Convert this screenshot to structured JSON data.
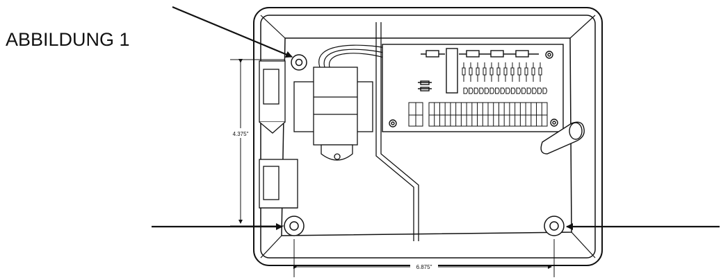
{
  "figure": {
    "title": "ABBILDUNG 1",
    "dimension_height": "4.375\"",
    "dimension_width": "6.875\""
  }
}
